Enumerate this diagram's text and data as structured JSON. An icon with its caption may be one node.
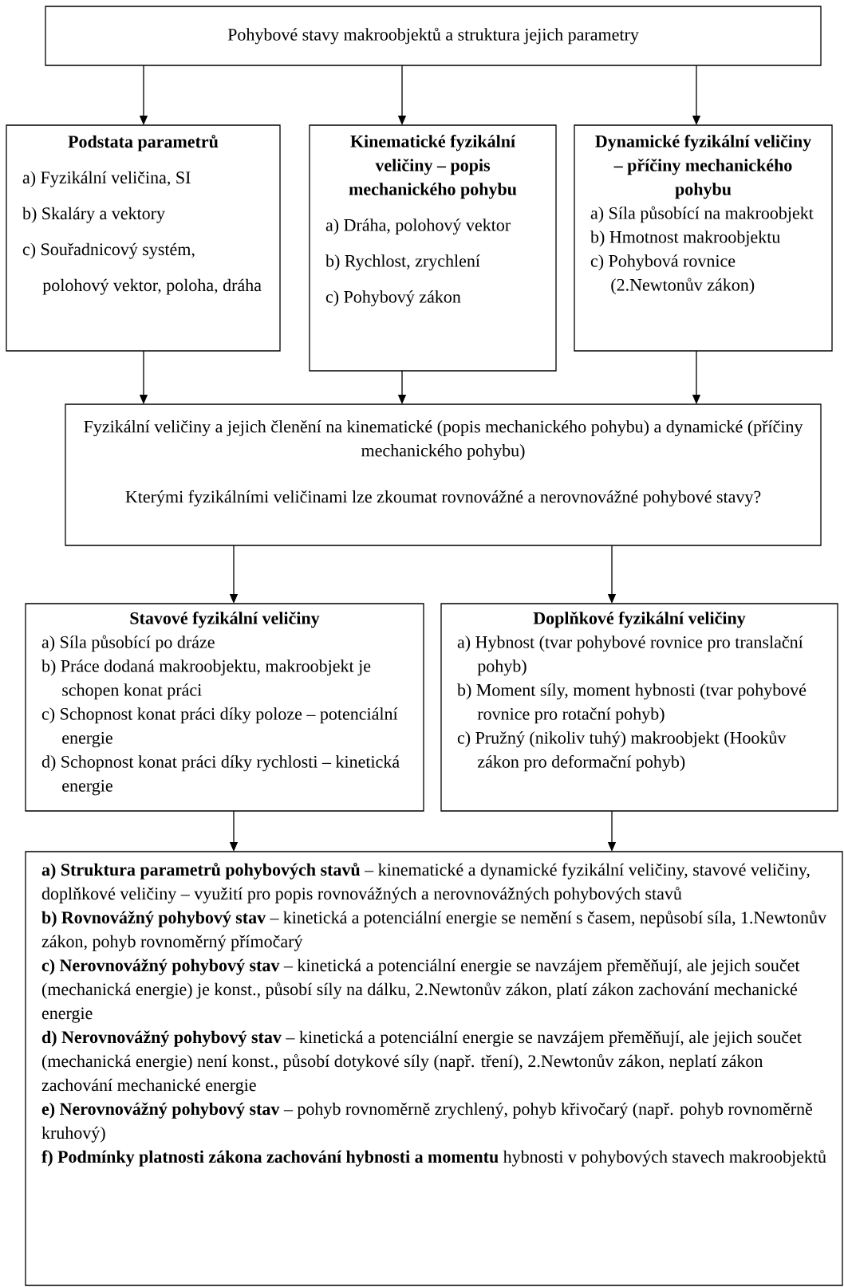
{
  "diagram": {
    "nodes": [
      {
        "text": [
          "Pohybové stavy makroobjektů a struktura jejich parametry"
        ]
      },
      {
        "text": [
          "Podstata parametrů",
          "a) Fyzikální veličina, SI",
          "b) Skaláry a vektory",
          "c) Souřadnicový systém, polohový vektor, poloha, dráha"
        ]
      },
      {
        "text": [
          "Kinematické fyzikální veličiny – popis mechanického pohybu",
          "a) Dráha, polohový vektor",
          "b) Rychlost, zrychlení",
          "c) Pohybový zákon"
        ]
      },
      {
        "text": [
          "Dynamické fyzikální veličiny – příčiny mechanického pohybu",
          "a) Síla působící na makroobjekt",
          "b) Hmotnost makroobjektu",
          "c) Pohybová rovnice (2.Newtonův zákon)"
        ]
      },
      {
        "text": [
          "Fyzikální veličiny a jejich členění na kinematické (popis mechanického pohybu) a dynamické (příčiny mechanického pohybu)",
          "Kterými fyzikálními veličinami lze zkoumat rovnovážné a nerovnovážné pohybové stavy?"
        ]
      },
      {
        "text": [
          "Stavové fyzikální veličiny",
          "a) Síla působící po dráze",
          "b) Práce dodaná makroobjektu, makroobjekt je schopen konat práci",
          "c) Schopnost konat práci díky poloze – potenciální energie",
          "d) Schopnost konat práci díky rychlosti – kinetická energie"
        ]
      },
      {
        "text": [
          "Doplňkové fyzikální veličiny",
          "a) Hybnost (tvar pohybové rovnice pro translační pohyb)",
          "b) Moment síly, moment hybnosti (tvar pohybové rovnice pro rotační pohyb)",
          "c) Pružný (nikoliv tuhý) makroobjekt (Hookův zákon pro deformační pohyb)"
        ]
      },
      {
        "text": [
          "**a) Struktura parametrů pohybových stavů** – kinematické a dynamické fyzikální veličiny, stavové veličiny, doplňkové veličiny – využití pro popis rovnovážných a nerovnovážných pohybových stavů",
          "**b) Rovnovážný pohybový stav** – kinetická a potenciální energie se nemění s časem, nepůsobí síla, 1.Newtonův zákon, pohyb rovnoměrný přímočarý",
          "**c) Nerovnovážný pohybový stav** – kinetická a potenciální energie se navzájem přeměňují, ale jejich součet (mechanická energie) je konst., působí síly na dálku, 2.Newtonův zákon, platí zákon zachování mechanické energie",
          "**d) Nerovnovážný pohybový stav** – kinetická a potenciální energie se navzájem přeměňují, ale jejich součet (mechanická energie) není konst., působí dotykové síly (např. tření), 2.Newtonův zákon, neplatí zákon zachování mechanické energie",
          "**e) Nerovnovážný pohybový stav** – pohyb rovnoměrně zrychlený, pohyb křivočarý (např. pohyb rovnoměrně kruhový)",
          "**f) Podmínky platnosti zákona zachování hybnosti a momentu** hybnosti v pohybových stavech makroobjektů"
        ]
      }
    ],
    "edges": [
      {
        "from": 0,
        "to": 1,
        "arrow": "to"
      },
      {
        "from": 0,
        "to": 2,
        "arrow": "to"
      },
      {
        "from": 0,
        "to": 3,
        "arrow": "to"
      },
      {
        "from": 1,
        "to": 4,
        "arrow": "to"
      },
      {
        "from": 2,
        "to": 4,
        "arrow": "to"
      },
      {
        "from": 3,
        "to": 4,
        "arrow": "to"
      },
      {
        "from": 4,
        "to": 5,
        "arrow": "to"
      },
      {
        "from": 4,
        "to": 6,
        "arrow": "to"
      },
      {
        "from": 5,
        "to": 7,
        "arrow": "to"
      },
      {
        "from": 6,
        "to": 7,
        "arrow": "to"
      }
    ]
  }
}
